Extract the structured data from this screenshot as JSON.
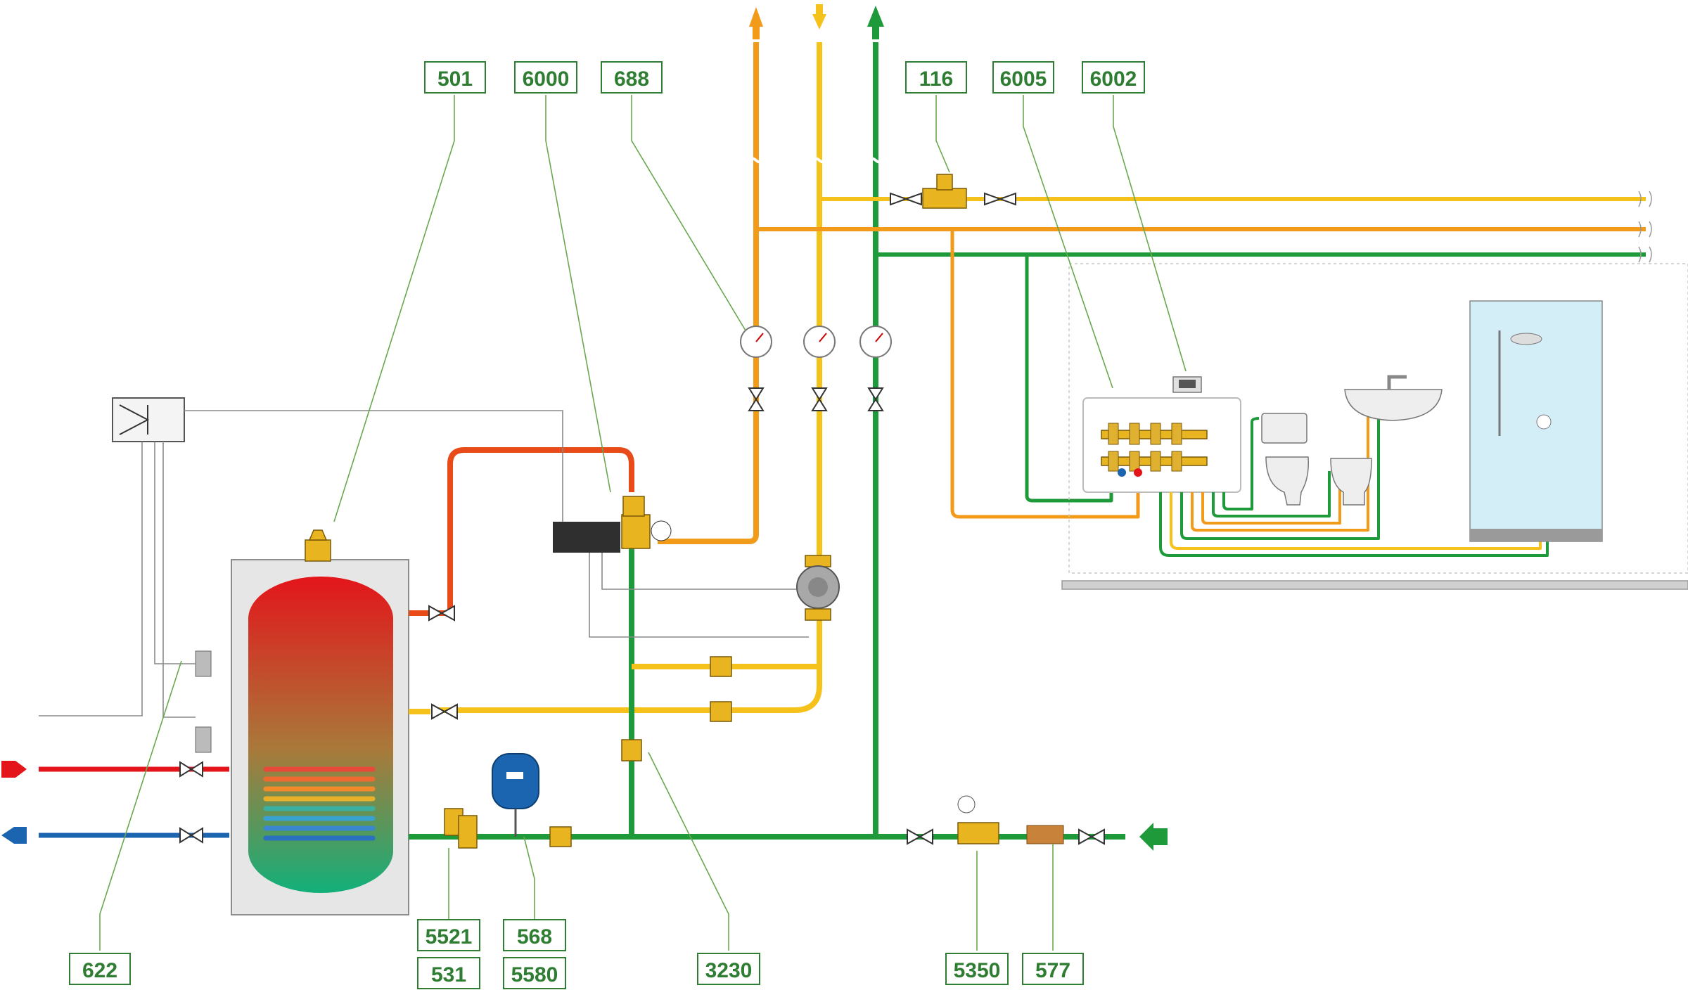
{
  "labels": {
    "l501": "501",
    "l6000": "6000",
    "l688": "688",
    "l116": "116",
    "l6005": "6005",
    "l6002": "6002",
    "l622": "622",
    "l5521": "5521",
    "l531": "531",
    "l568": "568",
    "l5580": "5580",
    "l3230": "3230",
    "l5350": "5350",
    "l577": "577"
  },
  "colors": {
    "hot": "#f29a1a",
    "domestic_hot": "#f5c21b",
    "cold": "#1f9a3a",
    "primary_flow": "#e84a1a",
    "primary_return": "#1a64b0",
    "arrow_red": "#e3151b",
    "arrow_blue": "#1a64b0"
  }
}
